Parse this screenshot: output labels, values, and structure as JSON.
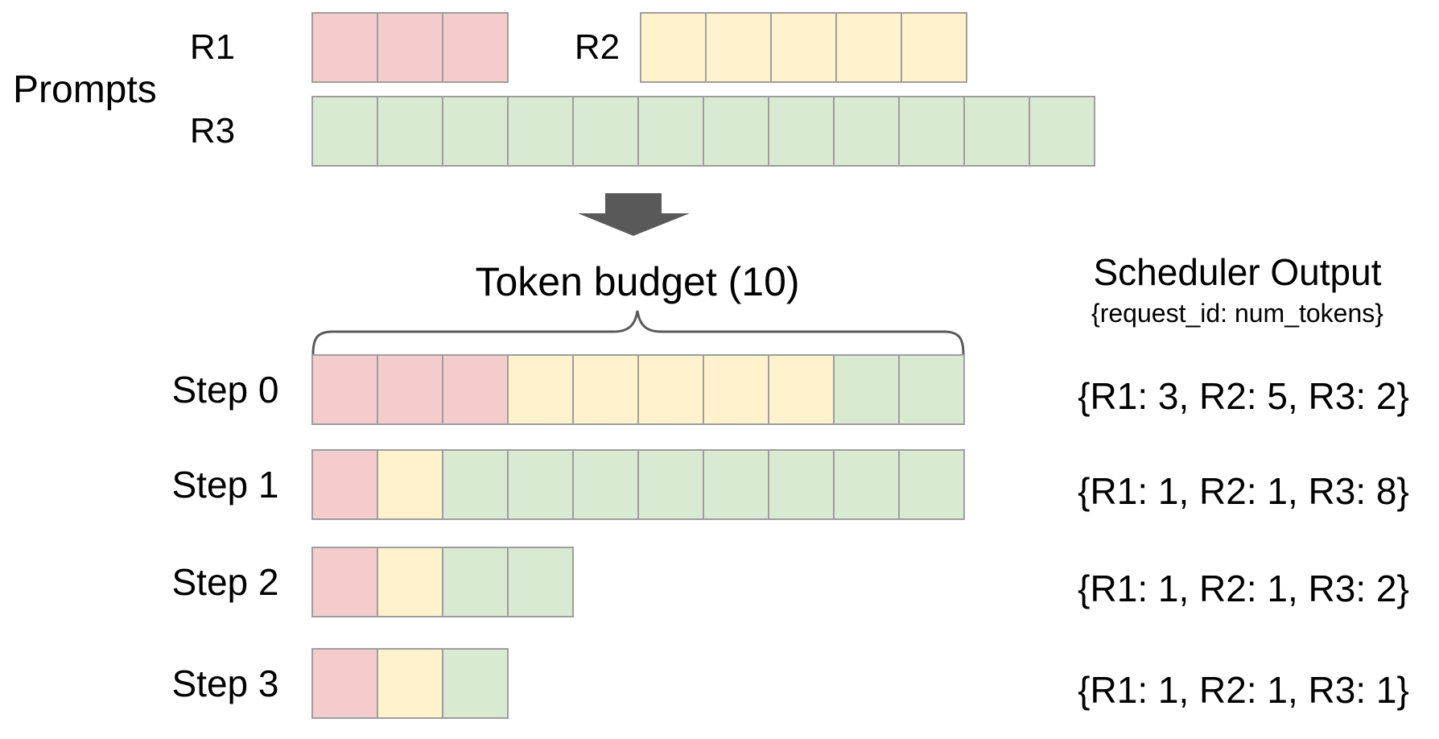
{
  "colors": {
    "pink": "#f4cccc",
    "yellow": "#fff2cc",
    "green": "#d9ead3",
    "cell_border": "#9e9e9e",
    "arrow": "#595959",
    "brace": "#595959",
    "text": "#000000"
  },
  "prompts": {
    "label": "Prompts",
    "rows": [
      {
        "id": "R1",
        "num_tokens": 3,
        "segments": [
          {
            "request": "R1",
            "color": "pink",
            "count": 3
          }
        ]
      },
      {
        "id": "R2",
        "num_tokens": 5,
        "segments": [
          {
            "request": "R2",
            "color": "yellow",
            "count": 5
          }
        ]
      },
      {
        "id": "R3",
        "num_tokens": 12,
        "segments": [
          {
            "request": "R3",
            "color": "green",
            "count": 12
          }
        ]
      }
    ]
  },
  "token_budget": {
    "label": "Token budget (10)",
    "value": 10
  },
  "scheduler_output": {
    "title": "Scheduler Output",
    "subtitle": "{request_id: num_tokens}"
  },
  "steps": [
    {
      "label": "Step 0",
      "segments": [
        {
          "request": "R1",
          "color": "pink",
          "count": 3
        },
        {
          "request": "R2",
          "color": "yellow",
          "count": 5
        },
        {
          "request": "R3",
          "color": "green",
          "count": 2
        }
      ],
      "output": "{R1: 3, R2: 5, R3: 2}"
    },
    {
      "label": "Step 1",
      "segments": [
        {
          "request": "R1",
          "color": "pink",
          "count": 1
        },
        {
          "request": "R2",
          "color": "yellow",
          "count": 1
        },
        {
          "request": "R3",
          "color": "green",
          "count": 8
        }
      ],
      "output": "{R1: 1, R2: 1, R3: 8}"
    },
    {
      "label": "Step 2",
      "segments": [
        {
          "request": "R1",
          "color": "pink",
          "count": 1
        },
        {
          "request": "R2",
          "color": "yellow",
          "count": 1
        },
        {
          "request": "R3",
          "color": "green",
          "count": 2
        }
      ],
      "output": "{R1: 1, R2: 1, R3: 2}"
    },
    {
      "label": "Step 3",
      "segments": [
        {
          "request": "R1",
          "color": "pink",
          "count": 1
        },
        {
          "request": "R2",
          "color": "yellow",
          "count": 1
        },
        {
          "request": "R3",
          "color": "green",
          "count": 1
        }
      ],
      "output": "{R1: 1, R2: 1, R3: 1}"
    }
  ]
}
